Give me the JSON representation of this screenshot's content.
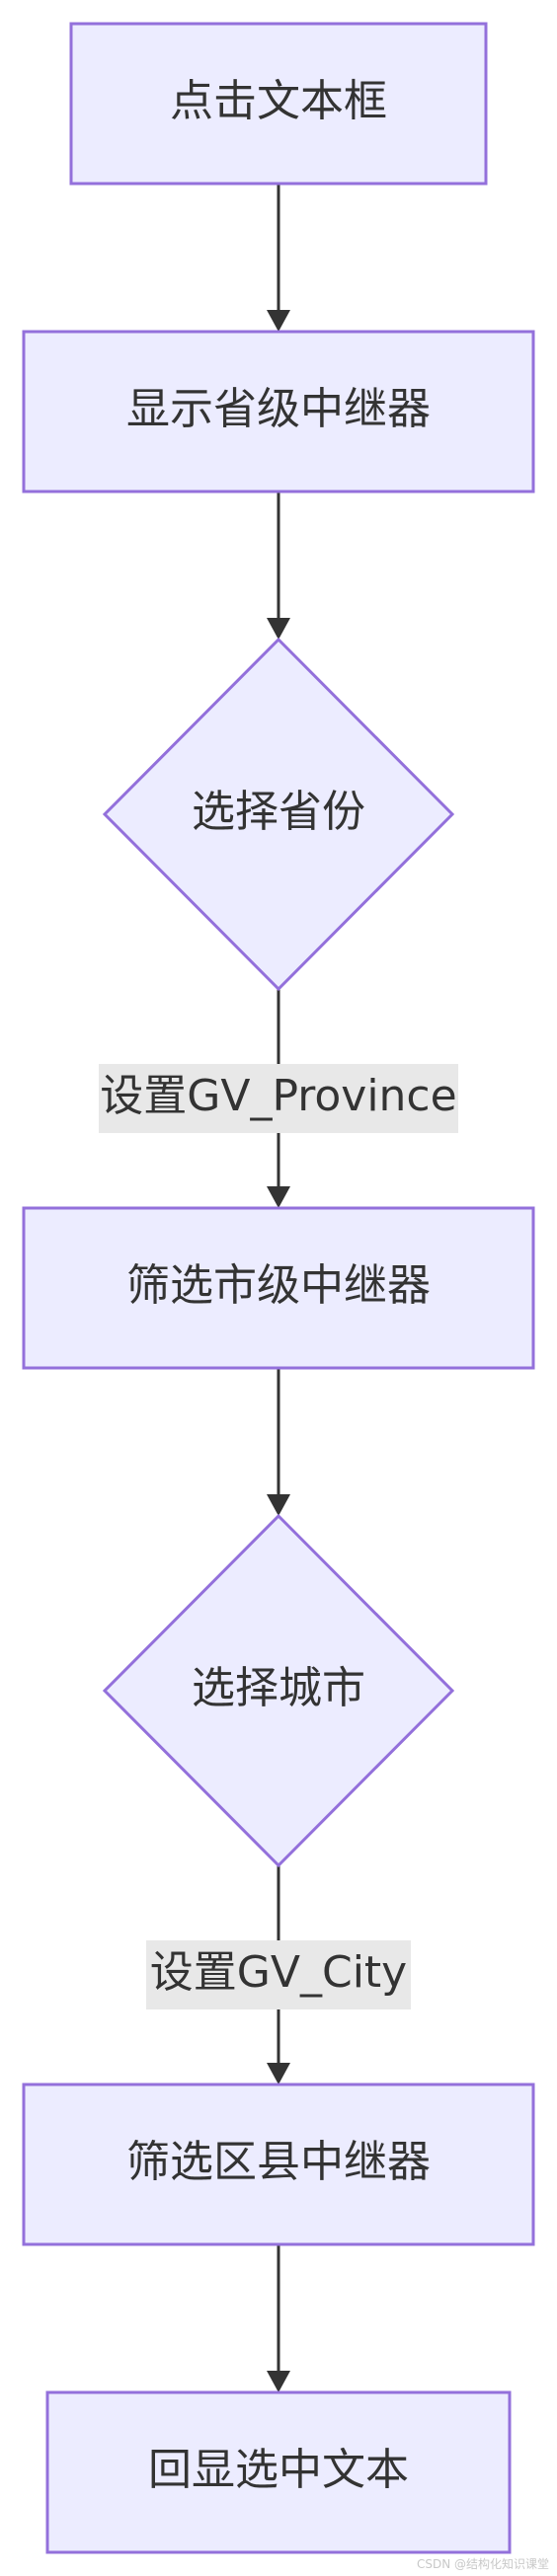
{
  "flowchart": {
    "nodes": {
      "click_textbox": "点击文本框",
      "show_province_relay": "显示省级中继器",
      "select_province": "选择省份",
      "filter_city_relay": "筛选市级中继器",
      "select_city": "选择城市",
      "filter_county_relay": "筛选区县中继器",
      "echo_selected_text": "回显选中文本"
    },
    "edge_labels": {
      "set_province": "设置GV_Province",
      "set_city": "设置GV_City"
    },
    "colors": {
      "node_fill": "#ececff",
      "node_stroke": "#9370db",
      "edge": "#333333",
      "text": "#333333",
      "label_bg": "#e8e8e8"
    }
  },
  "watermark": "CSDN @结构化知识课堂"
}
